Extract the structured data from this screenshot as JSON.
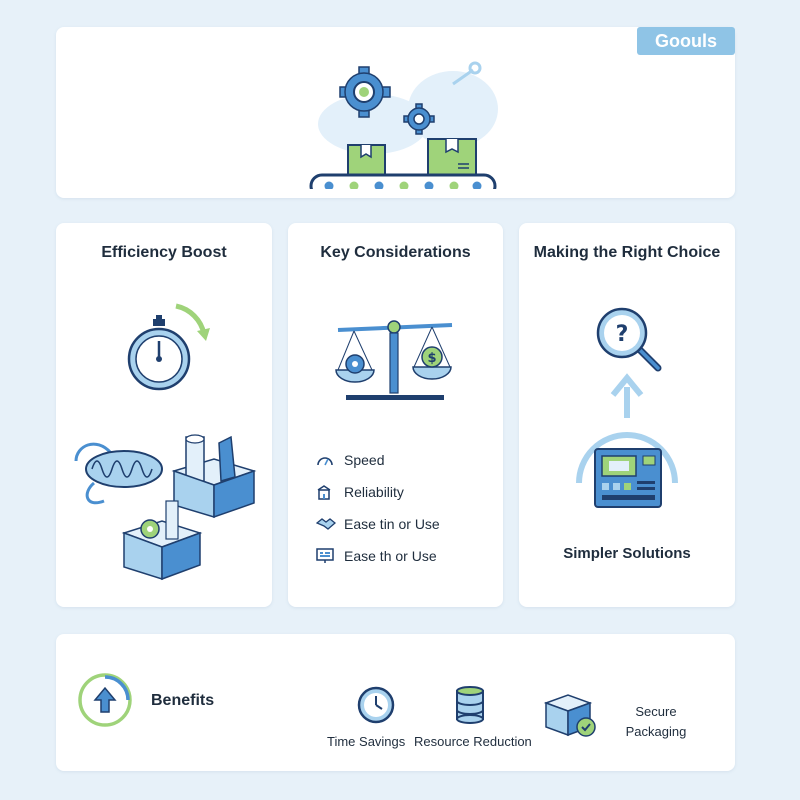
{
  "brand": {
    "label": "Goouls"
  },
  "cards": {
    "efficiency": {
      "title": "Efficiency Boost"
    },
    "key_considerations": {
      "title": "Key Considerations",
      "items": [
        {
          "icon": "speedometer-icon",
          "label": "Speed"
        },
        {
          "icon": "building-icon",
          "label": "Reliability"
        },
        {
          "icon": "handshake-icon",
          "label": "Ease tin or Use"
        },
        {
          "icon": "monitor-icon",
          "label": "Ease th or Use"
        }
      ]
    },
    "making_choice": {
      "title": "Making the Right Choice",
      "caption": "Simpler Solutions"
    }
  },
  "benefits": {
    "title": "Benefits",
    "items": [
      {
        "icon": "clock-icon",
        "label": "Time Savings"
      },
      {
        "icon": "database-icon",
        "label": "Resource Reduction"
      },
      {
        "icon": "secure-box-icon",
        "label": "Secure Packaging"
      }
    ]
  },
  "colors": {
    "background": "#e7f1f9",
    "card": "#ffffff",
    "primary_blue": "#4a8fd0",
    "light_blue": "#a9d2ee",
    "green": "#9fd37a",
    "navy": "#1f3f6e",
    "badge": "#8fc4e6"
  }
}
